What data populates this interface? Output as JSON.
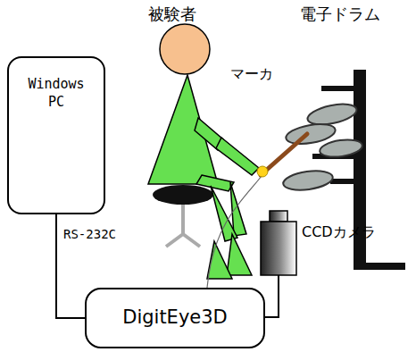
{
  "diagram": {
    "nodes": [
      {
        "text": [
          "Windows PC"
        ]
      },
      {
        "text": [
          "DigitEye3D"
        ]
      }
    ],
    "edges": [
      {
        "from": 0,
        "to": 1,
        "arrow": "none",
        "label": "RS-232C"
      }
    ],
    "labels": [
      "被験者",
      "電子ドラム",
      "マーカ",
      "CCDカメラ"
    ]
  }
}
